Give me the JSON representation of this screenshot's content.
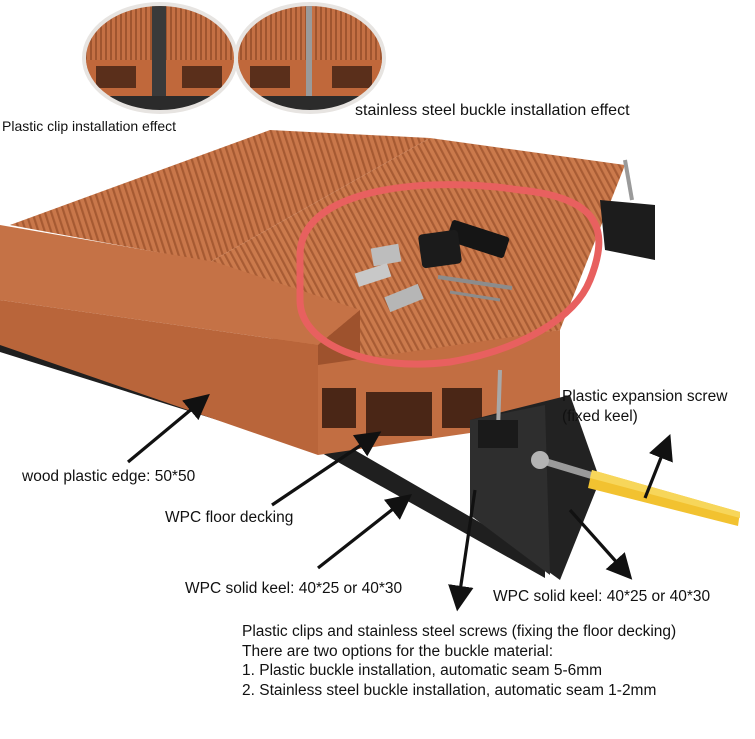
{
  "labels": {
    "plastic_clip_effect": "Plastic clip installation effect",
    "steel_buckle_effect": "stainless steel buckle installation effect",
    "expansion_screw_line1": "Plastic expansion screw",
    "expansion_screw_line2": "(fixed keel)",
    "wood_plastic_edge": "wood plastic edge: 50*50",
    "wpc_floor_decking": "WPC floor decking",
    "wpc_solid_keel_left": "WPC solid keel: 40*25 or 40*30",
    "wpc_solid_keel_right": "WPC solid keel: 40*25 or 40*30"
  },
  "notes": [
    "Plastic clips and stainless steel screws (fixing the floor decking)",
    "There are two options for the buckle material:",
    "1. Plastic buckle installation, automatic seam 5-6mm",
    "2. Stainless steel buckle installation, automatic seam 1-2mm"
  ],
  "colors": {
    "wood": "#c9774a",
    "wood_dark": "#a65a32",
    "keel": "#2a2a2a",
    "highlight_ring": "#e8605f",
    "anchor_yellow": "#f2c230"
  }
}
